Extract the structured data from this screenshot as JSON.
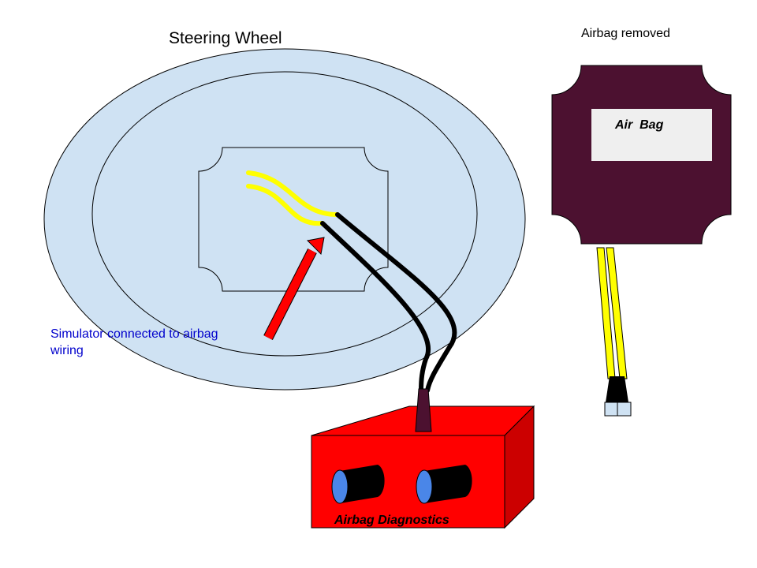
{
  "labels": {
    "steering_wheel": "Steering Wheel",
    "airbag_removed": "Airbag removed",
    "air_bag": "Air  Bag",
    "simulator_line1": "Simulator connected to airbag",
    "simulator_line2": "wiring",
    "diagnostics": "Airbag Diagnostics"
  },
  "colors": {
    "wheel_fill": "#cfe2f3",
    "airbag_fill": "#4c1130",
    "airbag_label_fill": "#efefef",
    "wire_yellow": "#ffff00",
    "wire_black": "#000000",
    "arrow_red": "#ff0000",
    "box_front": "#ff0000",
    "box_side": "#cc0000",
    "knob_blue": "#4a86e8",
    "plug_tip": "#cfe2f3",
    "annotation_blue": "#0000cc"
  }
}
